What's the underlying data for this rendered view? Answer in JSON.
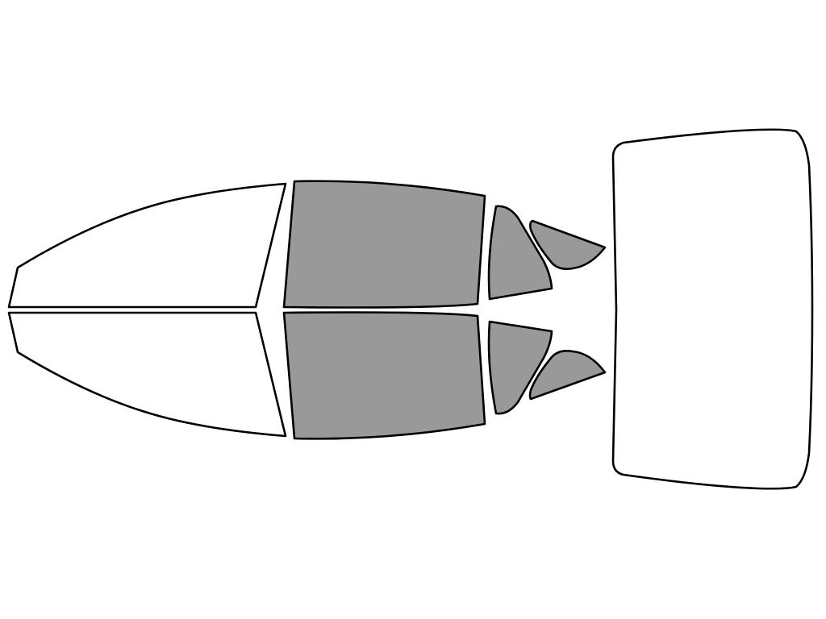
{
  "diagram": {
    "colors": {
      "background": "#ffffff",
      "outline": "#000000",
      "clear_glass": "#ffffff",
      "tinted_glass": "#999999"
    },
    "panels": [
      {
        "id": "windshield-driver-half",
        "tinted": false
      },
      {
        "id": "windshield-passenger-half",
        "tinted": false
      },
      {
        "id": "front-door-window-driver",
        "tinted": true
      },
      {
        "id": "front-door-window-passenger",
        "tinted": true
      },
      {
        "id": "rear-door-window-driver",
        "tinted": true
      },
      {
        "id": "rear-door-window-passenger",
        "tinted": true
      },
      {
        "id": "quarter-window-driver",
        "tinted": true
      },
      {
        "id": "quarter-window-passenger",
        "tinted": true
      },
      {
        "id": "rear-windshield",
        "tinted": false
      }
    ]
  }
}
